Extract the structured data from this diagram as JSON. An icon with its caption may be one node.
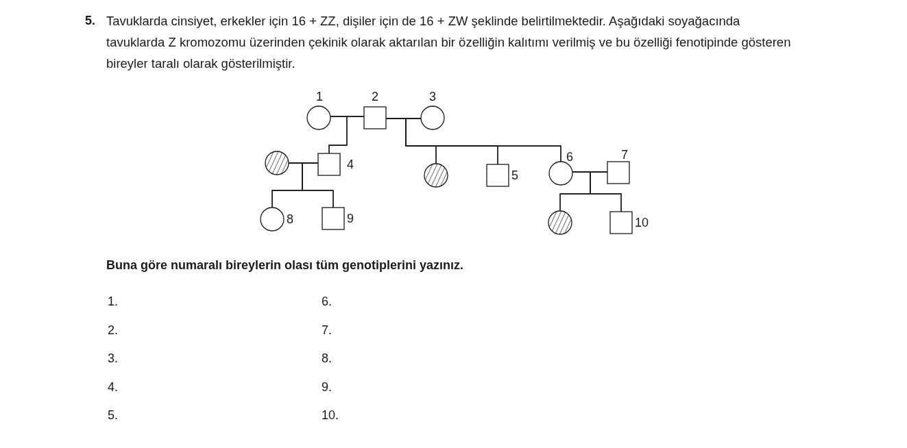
{
  "diagram": {
    "nodes": [
      {
        "text": [],
        "shape": "circle",
        "beside": [
          "1"
        ]
      },
      {
        "text": [],
        "shape": "box",
        "beside": [
          "2"
        ]
      },
      {
        "text": [],
        "shape": "circle",
        "beside": [
          "3"
        ]
      },
      {
        "text": [],
        "shape": "circle"
      },
      {
        "text": [],
        "shape": "box",
        "beside": [
          "4"
        ]
      },
      {
        "text": [],
        "shape": "circle"
      },
      {
        "text": [],
        "shape": "box",
        "beside": [
          "5"
        ]
      },
      {
        "text": [],
        "shape": "circle",
        "beside": [
          "6"
        ]
      },
      {
        "text": [],
        "shape": "box",
        "beside": [
          "7"
        ]
      },
      {
        "text": [],
        "shape": "circle",
        "beside": [
          "8"
        ]
      },
      {
        "text": [],
        "shape": "box",
        "beside": [
          "9"
        ]
      },
      {
        "text": [],
        "shape": "circle"
      },
      {
        "text": [],
        "shape": "box",
        "beside": [
          "10"
        ]
      }
    ],
    "edges": [
      {
        "from": 0,
        "to": 1,
        "arrow": "none"
      },
      {
        "from": 1,
        "to": 2,
        "arrow": "none"
      },
      {
        "from": 0,
        "to": 4,
        "arrow": "none"
      },
      {
        "from": 1,
        "to": 4,
        "arrow": "none"
      },
      {
        "from": 3,
        "to": 4,
        "arrow": "none"
      },
      {
        "from": 1,
        "to": 5,
        "arrow": "none"
      },
      {
        "from": 2,
        "to": 5,
        "arrow": "none"
      },
      {
        "from": 1,
        "to": 6,
        "arrow": "none"
      },
      {
        "from": 2,
        "to": 6,
        "arrow": "none"
      },
      {
        "from": 1,
        "to": 7,
        "arrow": "none"
      },
      {
        "from": 2,
        "to": 7,
        "arrow": "none"
      },
      {
        "from": 7,
        "to": 8,
        "arrow": "none"
      },
      {
        "from": 3,
        "to": 9,
        "arrow": "none"
      },
      {
        "from": 4,
        "to": 9,
        "arrow": "none"
      },
      {
        "from": 3,
        "to": 10,
        "arrow": "none"
      },
      {
        "from": 4,
        "to": 10,
        "arrow": "none"
      },
      {
        "from": 7,
        "to": 11,
        "arrow": "none"
      },
      {
        "from": 8,
        "to": 11,
        "arrow": "none"
      },
      {
        "from": 7,
        "to": 12,
        "arrow": "none"
      },
      {
        "from": 8,
        "to": 12,
        "arrow": "none"
      }
    ],
    "labels": [
      "5.",
      "Tavuklarda cinsiyet, erkekler için 16 + ZZ, dişiler için de 16 + ZW şeklinde belirtilmektedir. Aşağıdaki soyağacında tavuklarda Z kromozomu üzerinden çekinik olarak aktarılan bir özelliğin kalıtımı verilmiş ve bu özelliği fenotipinde gösteren bireyler taralı olarak gösterilmiştir.",
      "Buna göre numaralı bireylerin olası tüm genotiplerini yazınız.",
      "1.",
      "6.",
      "2.",
      "7.",
      "3.",
      "8.",
      "4.",
      "9.",
      "5.",
      "10."
    ]
  }
}
